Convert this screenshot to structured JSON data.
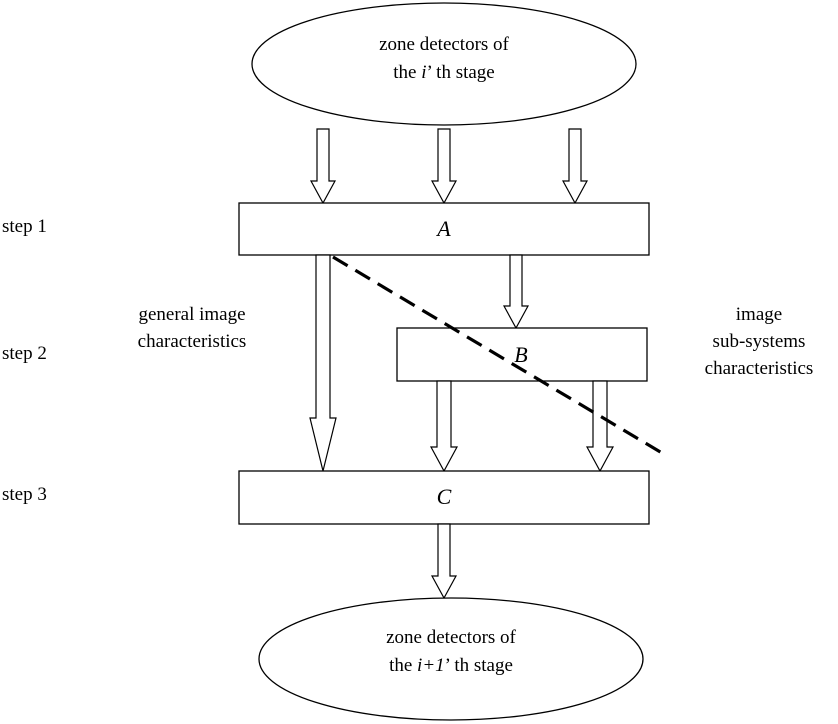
{
  "colors": {
    "stroke": "#000000",
    "fill": "#ffffff",
    "text": "#000000"
  },
  "top_node": {
    "line1": "zone detectors of",
    "line2_prefix": "the ",
    "line2_var": "i",
    "line2_suffix": "’ th stage"
  },
  "bottom_node": {
    "line1": "zone detectors of",
    "line2_prefix": "the ",
    "line2_var": "i+1",
    "line2_suffix": "’ th stage"
  },
  "boxes": {
    "a": "A",
    "b": "B",
    "c": "C"
  },
  "steps": {
    "step1": "step 1",
    "step2": "step 2",
    "step3": "step 3"
  },
  "left_annotation": {
    "line1": "general image",
    "line2": "characteristics"
  },
  "right_annotation": {
    "line1": "image",
    "line2": "sub-systems",
    "line3": "characteristics"
  }
}
